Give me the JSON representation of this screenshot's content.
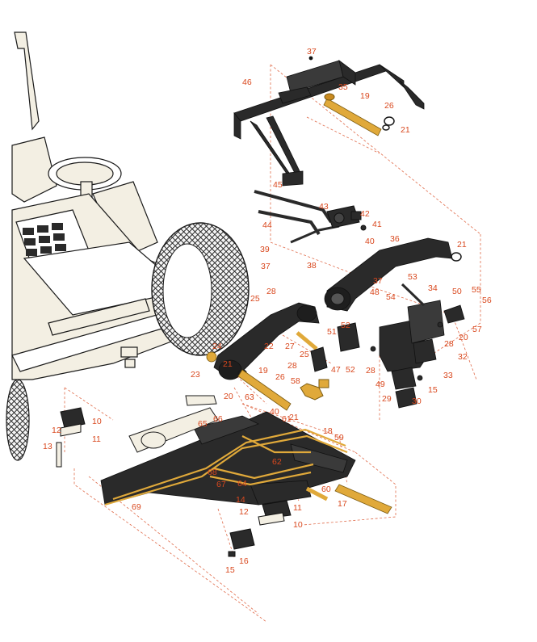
{
  "diagram": {
    "type": "exploded-parts-diagram",
    "colors": {
      "callout": "#d9481e",
      "leader": "#e06b4a",
      "part_dark": "#2a2a2a",
      "part_mid": "#4a4a4a",
      "hydraulic": "#e0a93a",
      "body_fill": "#f3efe3",
      "outline": "#1a1a1a"
    },
    "callouts": [
      "37",
      "46",
      "35",
      "19",
      "26",
      "21",
      "45",
      "43",
      "42",
      "41",
      "44",
      "40",
      "36",
      "21",
      "39",
      "37",
      "38",
      "53",
      "34",
      "37",
      "48",
      "54",
      "50",
      "55",
      "56",
      "57",
      "20",
      "28",
      "25",
      "28",
      "22",
      "27",
      "51",
      "52",
      "24",
      "21",
      "23",
      "47",
      "25",
      "28",
      "52",
      "32",
      "33",
      "28",
      "49",
      "29",
      "30",
      "15",
      "19",
      "26",
      "58",
      "20",
      "63",
      "21",
      "66",
      "65",
      "40",
      "61",
      "18",
      "10",
      "12",
      "11",
      "13",
      "59",
      "62",
      "68",
      "67",
      "64",
      "60",
      "14",
      "12",
      "17",
      "11",
      "69",
      "10",
      "16",
      "15"
    ]
  }
}
